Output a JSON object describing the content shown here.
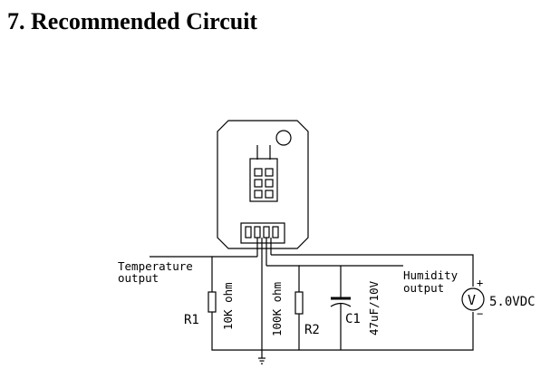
{
  "heading": "7. Recommended Circuit",
  "labels": {
    "temp_line1": "Temperature",
    "temp_line2": "output",
    "humid_line1": "Humidity",
    "humid_line2": "output",
    "r1": "R1",
    "r1_value": "10K ohm",
    "r2": "R2",
    "r2_value": "100K ohm",
    "c1": "C1",
    "c1_value": "47uF/10V",
    "voltage": "5.0VDC",
    "plus": "+",
    "minus": "−",
    "meter": "V"
  }
}
